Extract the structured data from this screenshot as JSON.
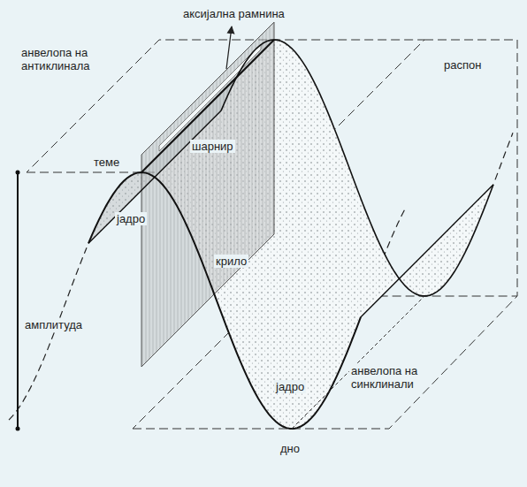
{
  "diagram": {
    "labels": [
      "аксијална рамнина",
      "анвелопа на антиклинала",
      "распон",
      "шарнир",
      "теме",
      "јадро",
      "крило",
      "јадро",
      "амплитуда",
      "анвелопа на синклинали",
      "дно"
    ]
  }
}
